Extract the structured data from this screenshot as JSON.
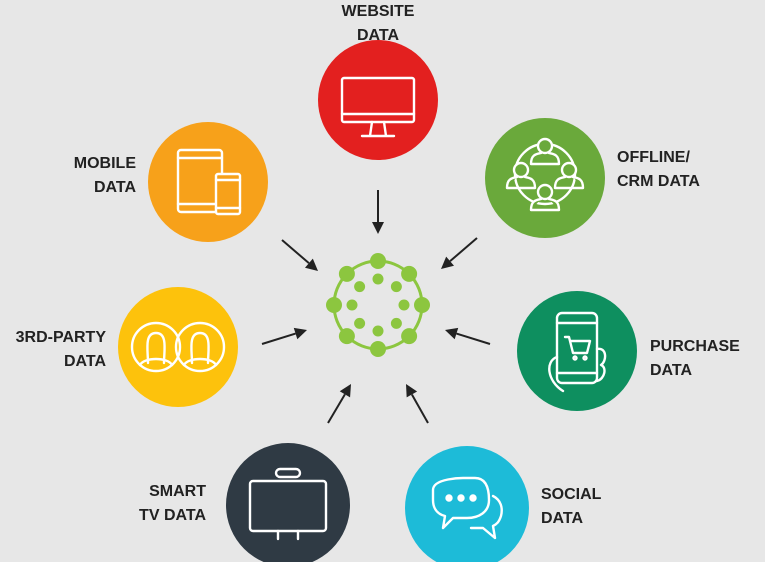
{
  "title": "Data sources diagram",
  "sources": [
    {
      "id": "website",
      "lines": [
        "WEBSITE",
        "DATA"
      ],
      "color": "#e3201f",
      "icon": "monitor-icon"
    },
    {
      "id": "mobile",
      "lines": [
        "MOBILE",
        "DATA"
      ],
      "color": "#f7a11a",
      "icon": "tablet-phone-icon"
    },
    {
      "id": "offline-crm",
      "lines": [
        "OFFLINE/",
        "CRM DATA"
      ],
      "color": "#6aa93b",
      "icon": "people-network-icon"
    },
    {
      "id": "third-party",
      "lines": [
        "3RD-PARTY",
        "DATA"
      ],
      "color": "#fdc20c",
      "icon": "two-profiles-icon"
    },
    {
      "id": "purchase",
      "lines": [
        "PURCHASE",
        "DATA"
      ],
      "color": "#0e8f5f",
      "icon": "phone-cart-icon"
    },
    {
      "id": "smart-tv",
      "lines": [
        "SMART",
        "TV DATA"
      ],
      "color": "#2f3a44",
      "icon": "tv-icon"
    },
    {
      "id": "social",
      "lines": [
        "SOCIAL",
        "DATA"
      ],
      "color": "#1dbbd8",
      "icon": "chat-bubbles-icon"
    }
  ],
  "hub": {
    "color": "#8cc63f",
    "icon": "data-hub-icon"
  },
  "arrow_color": "#222222"
}
